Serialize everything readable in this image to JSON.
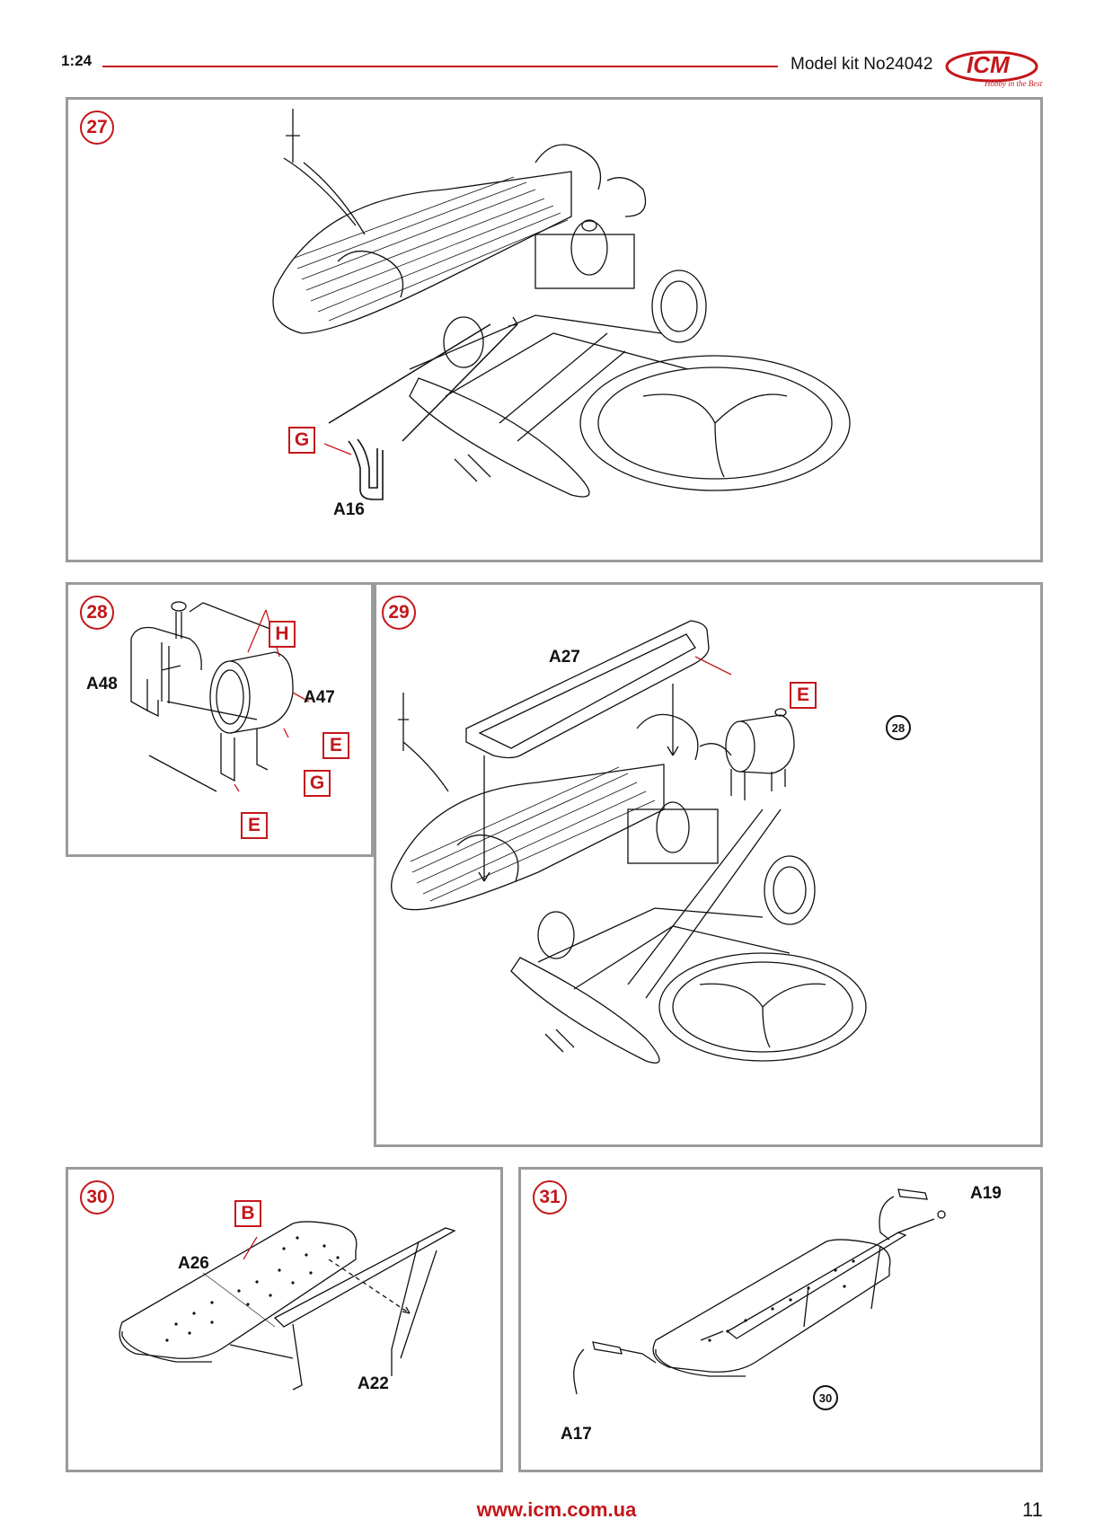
{
  "header": {
    "scale": "1:24",
    "kit_label": "Model kit No24042",
    "logo_text": "ICM",
    "logo_tagline": "Hobby in the Best",
    "accent_color": "#c4171b"
  },
  "steps": [
    {
      "number": "27",
      "parts": [
        "A16"
      ],
      "colors": [
        "G"
      ]
    },
    {
      "number": "28",
      "parts": [
        "A48",
        "A47"
      ],
      "colors": [
        "H",
        "E",
        "G",
        "E"
      ]
    },
    {
      "number": "29",
      "parts": [
        "A27"
      ],
      "colors": [
        "E"
      ],
      "refs": [
        "28"
      ]
    },
    {
      "number": "30",
      "parts": [
        "A26",
        "A22"
      ],
      "colors": [
        "B"
      ]
    },
    {
      "number": "31",
      "parts": [
        "A19",
        "A17"
      ],
      "refs": [
        "30"
      ]
    }
  ],
  "footer": {
    "url": "www.icm.com.ua",
    "page": "11"
  }
}
